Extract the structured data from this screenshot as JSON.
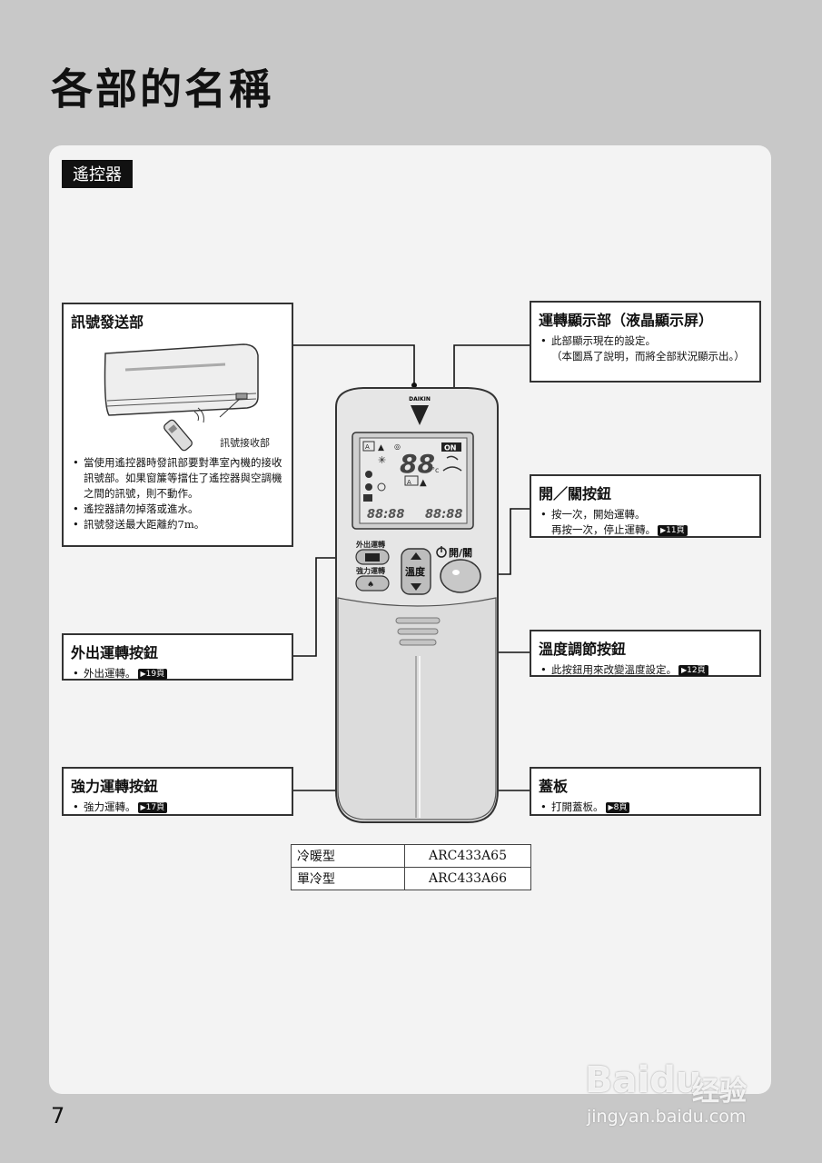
{
  "page": {
    "title": "各部的名稱",
    "section": "遙控器",
    "page_number": "7"
  },
  "callouts": {
    "signal": {
      "title": "訊號發送部",
      "receiver_label": "訊號接收部",
      "notes": [
        "當使用遙控器時發訊部要對準室內機的接收訊號部。如果窗簾等擋住了遙控器與空調機之間的訊號，則不動作。",
        "遙控器請勿掉落或進水。",
        "訊號發送最大距離約7m。"
      ]
    },
    "display": {
      "title": "運轉顯示部（液晶顯示屏）",
      "notes": [
        "此部顯示現在的設定。"
      ],
      "sub_note": "（本圖爲了說明，而將全部狀況顯示出。）"
    },
    "onoff": {
      "title": "開／關按鈕",
      "notes": [
        "按一次，開始運轉。"
      ],
      "sub_note": "再按一次，停止運轉。",
      "page_ref": "11頁"
    },
    "outing": {
      "title": "外出運轉按鈕",
      "notes": [
        "外出運轉。"
      ],
      "page_ref": "19頁"
    },
    "temp": {
      "title": "溫度調節按鈕",
      "notes": [
        "此按鈕用來改變溫度設定。"
      ],
      "page_ref": "12頁"
    },
    "powerful": {
      "title": "強力運轉按鈕",
      "notes": [
        "強力運轉。"
      ],
      "page_ref": "17頁"
    },
    "cover": {
      "title": "蓋板",
      "notes": [
        "打開蓋板。"
      ],
      "page_ref": "8頁"
    }
  },
  "remote": {
    "brand": "DAIKIN",
    "lcd_digits": "88",
    "lcd_unit": "°c",
    "lcd_on": "ON",
    "lcd_time1": "88:88",
    "lcd_time2": "88:88",
    "btn_outing": "外出運轉",
    "btn_powerful": "強力運轉",
    "btn_temp": "溫度",
    "btn_onoff": "開/關"
  },
  "models": [
    {
      "type": "冷暖型",
      "model": "ARC433A65"
    },
    {
      "type": "單冷型",
      "model": "ARC433A66"
    }
  ],
  "watermark": {
    "brand": "Baidu",
    "jingyan": "经验",
    "url": "jingyan.baidu.com"
  }
}
